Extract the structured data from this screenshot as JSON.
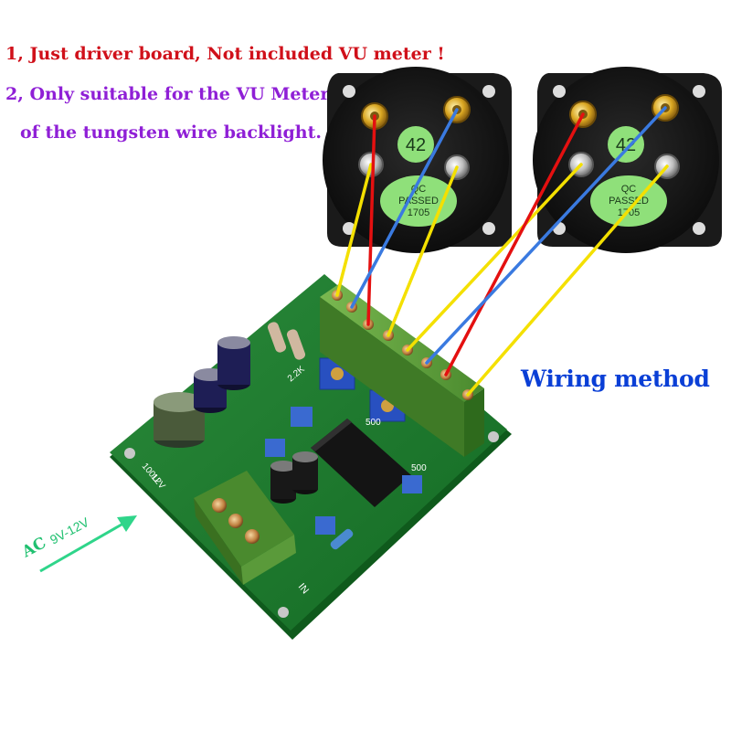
{
  "notes": {
    "line1": "1, Just driver board, Not included VU meter !",
    "line2": "2, Only suitable for the VU Meter",
    "line3": "of the tungsten wire backlight."
  },
  "wiring_label": "Wiring method",
  "power_input": {
    "ac": "AC",
    "voltage": "9V-12V"
  },
  "meters": [
    {
      "badge": "42",
      "qc_line1": "QC",
      "qc_line2": "PASSED",
      "qc_line3": "1705"
    },
    {
      "badge": "42",
      "qc_line1": "QC",
      "qc_line2": "PASSED",
      "qc_line3": "1705"
    }
  ],
  "board_labels": {
    "in": "IN",
    "v12": "12V",
    "cap": "100U",
    "r1": "2.2K",
    "r2": "500",
    "r3": "500"
  },
  "colors": {
    "notes_line1": "#d0101a",
    "notes_line2": "#8f1fd6",
    "wiring_label": "#0a3fd6",
    "pcb": "#1d7a2e",
    "terminal": "#5a9a3a",
    "wire_yellow": "#f4e000",
    "wire_red": "#e41010",
    "wire_blue": "#3a7ae0",
    "arrow": "#2fd58a"
  }
}
